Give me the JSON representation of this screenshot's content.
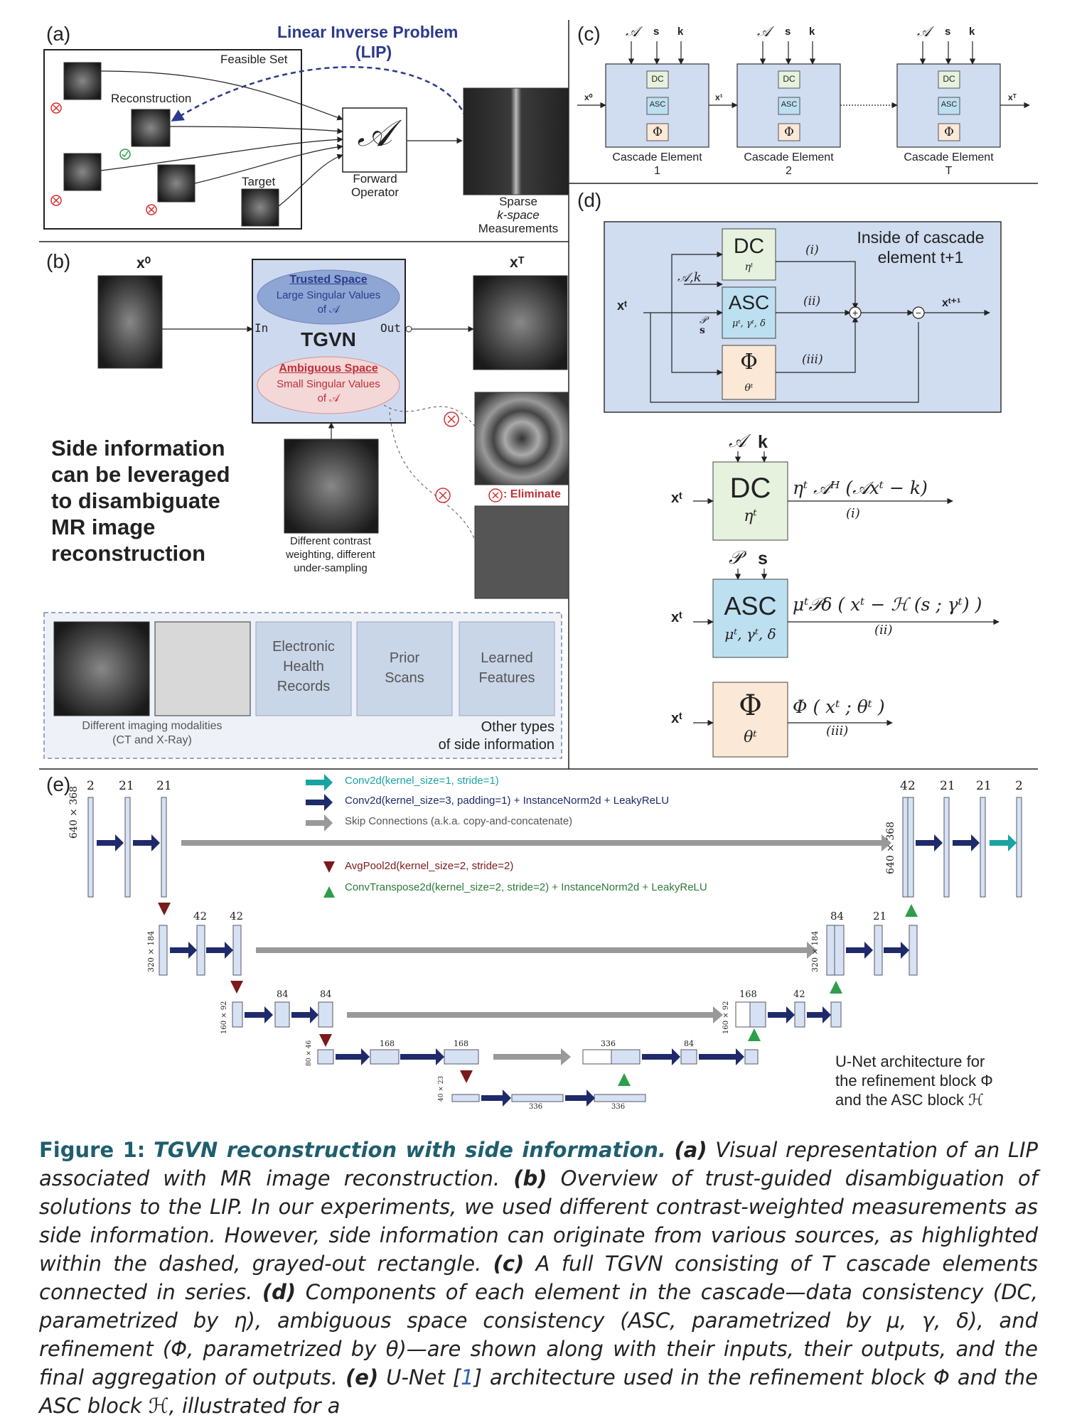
{
  "panel_a": {
    "label": "(a)",
    "lip_title": "Linear Inverse Problem",
    "lip_sub": "(LIP)",
    "feasible_set": "Feasible Set",
    "reconstruction": "Reconstruction",
    "target": "Target",
    "operator_symbol": "𝒜",
    "forward_operator": [
      "Forward",
      "Operator"
    ],
    "measurements": [
      "Sparse",
      "k-space",
      "Measurements"
    ]
  },
  "panel_b": {
    "label": "(b)",
    "x0": "x⁰",
    "xT": "xᵀ",
    "trusted_title": "Trusted Space",
    "trusted_l1": "Large Singular Values",
    "trusted_l2": "of 𝒜",
    "tgvn": "TGVN",
    "in": "In",
    "out": "Out",
    "ambiguous_title": "Ambiguous Space",
    "ambiguous_l1": "Small Singular Values",
    "ambiguous_l2": "of 𝒜",
    "side_info": [
      "Side information",
      "can be leveraged",
      "to disambiguate",
      "MR image",
      "reconstruction"
    ],
    "contrast": [
      "Different contrast",
      "weighting, different",
      "under-sampling"
    ],
    "eliminate": ": Eliminate",
    "modalities": [
      "Different imaging modalities",
      "(CT and X-Ray)"
    ],
    "ehr": [
      "Electronic",
      "Health",
      "Records"
    ],
    "prior": [
      "Prior",
      "Scans"
    ],
    "learned": [
      "Learned",
      "Features"
    ],
    "other": [
      "Other types",
      "of side information"
    ]
  },
  "panel_c": {
    "label": "(c)",
    "inputs": [
      "𝒜",
      "s",
      "k"
    ],
    "blocks": [
      "DC",
      "ASC",
      "Φ"
    ],
    "elements": [
      {
        "name": "Cascade Element",
        "index": "1",
        "out": "x¹"
      },
      {
        "name": "Cascade Element",
        "index": "2",
        "out": ""
      },
      {
        "name": "Cascade Element",
        "index": "T",
        "out": "xᵀ"
      }
    ],
    "x0": "x⁰"
  },
  "panel_d": {
    "label": "(d)",
    "inside": [
      "Inside of cascade",
      "element t+1"
    ],
    "xt": "xᵗ",
    "xt1": "xᵗ⁺¹",
    "ak": "𝒜,k",
    "ps": [
      "𝒫",
      "s"
    ],
    "dc": "DC",
    "dc_param": "ηᵗ",
    "asc": "ASC",
    "asc_param": "μᵗ, γᵗ, δ",
    "phi": "Φ",
    "phi_param": "θᵗ",
    "i": "(i)",
    "ii": "(ii)",
    "iii": "(iii)",
    "dc_expr": "ηᵗ 𝒜ᴴ (𝒜xᵗ − k)",
    "asc_expr": "μᵗ𝒫δ ( xᵗ − ℋ (s ; γᵗ) )",
    "phi_expr": "Φ ( xᵗ ; θᵗ )",
    "dc_in": [
      "𝒜",
      "k"
    ],
    "asc_in": [
      "𝒫",
      "s"
    ]
  },
  "panel_e": {
    "label": "(e)",
    "legend": [
      {
        "text": "Conv2d(kernel_size=1, stride=1)",
        "color": "#1aa3a3"
      },
      {
        "text": "Conv2d(kernel_size=3, padding=1) + InstanceNorm2d + LeakyReLU",
        "color": "#1f2a6b"
      },
      {
        "text": "Skip Connections (a.k.a. copy-and-concatenate)",
        "color": "#999999"
      },
      {
        "text": "AvgPool2d(kernel_size=2, stride=2)",
        "color": "#7a1a1a"
      },
      {
        "text": "ConvTranspose2d(kernel_size=2, stride=2) + InstanceNorm2d + LeakyReLU",
        "color": "#2e9e4a"
      }
    ],
    "level_sizes": [
      "640 × 368",
      "320 × 184",
      "160 × 92",
      "80 × 46",
      "40 × 23"
    ],
    "channels": {
      "l0_left": [
        "2",
        "21",
        "21"
      ],
      "l0_right": [
        "42",
        "21",
        "21",
        "2"
      ],
      "l1_left": [
        "42",
        "42"
      ],
      "l1_right": [
        "84",
        "21"
      ],
      "l2_left": [
        "84",
        "84"
      ],
      "l2_right": [
        "168",
        "42"
      ],
      "l3_left": [
        "168",
        "168"
      ],
      "l3_right": [
        "336",
        "84"
      ],
      "l4": [
        "336",
        "336"
      ]
    },
    "note": [
      "U-Net architecture for",
      "the refinement block Φ",
      "and the ASC block ℋ"
    ]
  },
  "caption": {
    "fig": "Figure 1:",
    "title": "TGVN reconstruction with side information.",
    "a": "(a)",
    "a_text": "Visual representation of an LIP associated with MR image reconstruction.",
    "b": "(b)",
    "b_text": "Overview of trust-guided disambiguation of solutions to the LIP. In our experiments, we used different contrast-weighted measurements as side information. However, side information can originate from various sources, as highlighted within the dashed, grayed-out rectangle.",
    "c": "(c)",
    "c_text": "A full TGVN consisting of T cascade elements connected in series.",
    "d": "(d)",
    "d_text": "Components of each element in the cascade—data consistency (DC, parametrized by η), ambiguous space consistency (ASC, parametrized by μ, γ, δ), and refinement (Φ, parametrized by θ)—are shown along with their inputs, their outputs, and the final aggregation of outputs.",
    "e": "(e)",
    "e_text_1": "U-Net [",
    "ref": "1",
    "e_text_2": "] architecture used in the refinement block Φ and the ASC block ℋ, illustrated for a"
  }
}
